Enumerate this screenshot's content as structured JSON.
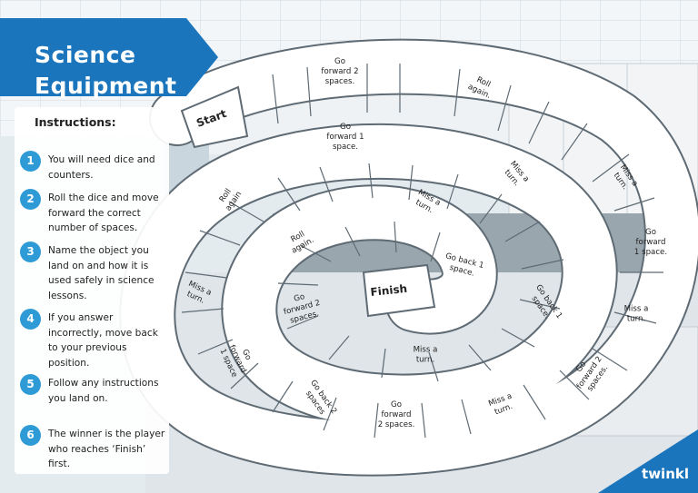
{
  "title": {
    "line1": "Science",
    "line2": "Equipment"
  },
  "instructions": {
    "heading": "Instructions:",
    "steps": [
      {
        "num": "1",
        "text": "You will need dice and counters."
      },
      {
        "num": "2",
        "text": "Roll the dice and move forward the correct number of spaces."
      },
      {
        "num": "3",
        "text": "Name the object you land on and how it is used safely in science lessons."
      },
      {
        "num": "4",
        "text": "If you answer incorrectly, move back to your previous position."
      },
      {
        "num": "5",
        "text": "Follow any instructions you land on."
      },
      {
        "num": "6",
        "text": "The winner is the player who reaches ‘Finish’ first."
      }
    ]
  },
  "board": {
    "start_label": "Start",
    "finish_label": "Finish",
    "instruction_cells": [
      {
        "id": "go-forward-2-a",
        "lines": [
          "Go",
          "forward 2",
          "spaces."
        ]
      },
      {
        "id": "roll-again-a",
        "lines": [
          "Roll",
          "again."
        ]
      },
      {
        "id": "go-forward-1-a",
        "lines": [
          "Go",
          "forward 1",
          "space."
        ]
      },
      {
        "id": "miss-a-turn-a",
        "lines": [
          "Miss a",
          "turn."
        ]
      },
      {
        "id": "miss-a-turn-b",
        "lines": [
          "Miss a",
          "turn."
        ]
      },
      {
        "id": "roll-again-b",
        "lines": [
          "Roll",
          "again"
        ]
      },
      {
        "id": "miss-a-turn-c",
        "lines": [
          "Miss a",
          "turn."
        ]
      },
      {
        "id": "go-forward-1-b",
        "lines": [
          "Go",
          "forward",
          "1 space."
        ]
      },
      {
        "id": "roll-again-c",
        "lines": [
          "Roll",
          "again."
        ]
      },
      {
        "id": "go-back-1-a",
        "lines": [
          "Go back 1",
          "space."
        ]
      },
      {
        "id": "miss-a-turn-d",
        "lines": [
          "Miss a",
          "turn."
        ]
      },
      {
        "id": "miss-a-turn-e",
        "lines": [
          "Miss a",
          "turn."
        ]
      },
      {
        "id": "go-back-1-b",
        "lines": [
          "Go back 1",
          "space."
        ]
      },
      {
        "id": "go-forward-2-b",
        "lines": [
          "Go",
          "forward 2",
          "spaces."
        ]
      },
      {
        "id": "miss-a-turn-f",
        "lines": [
          "Miss a",
          "turn."
        ]
      },
      {
        "id": "go-forward-1-c",
        "lines": [
          "Go",
          "forward",
          "1 space"
        ]
      },
      {
        "id": "go-forward-2-c",
        "lines": [
          "Go",
          "forward 2",
          "spaces."
        ]
      },
      {
        "id": "go-back-2",
        "lines": [
          "Go back 2",
          "spaces"
        ]
      },
      {
        "id": "miss-a-turn-g",
        "lines": [
          "Miss a",
          "turn."
        ]
      },
      {
        "id": "go-forward-2-d",
        "lines": [
          "Go",
          "forward",
          "2 spaces."
        ]
      }
    ]
  },
  "logo": {
    "text": "twinkl"
  },
  "colors": {
    "brand_blue": "#1b75bc",
    "step_blue": "#2e9bd6",
    "track": "#ffffff",
    "track_edge": "#6d7a84"
  }
}
